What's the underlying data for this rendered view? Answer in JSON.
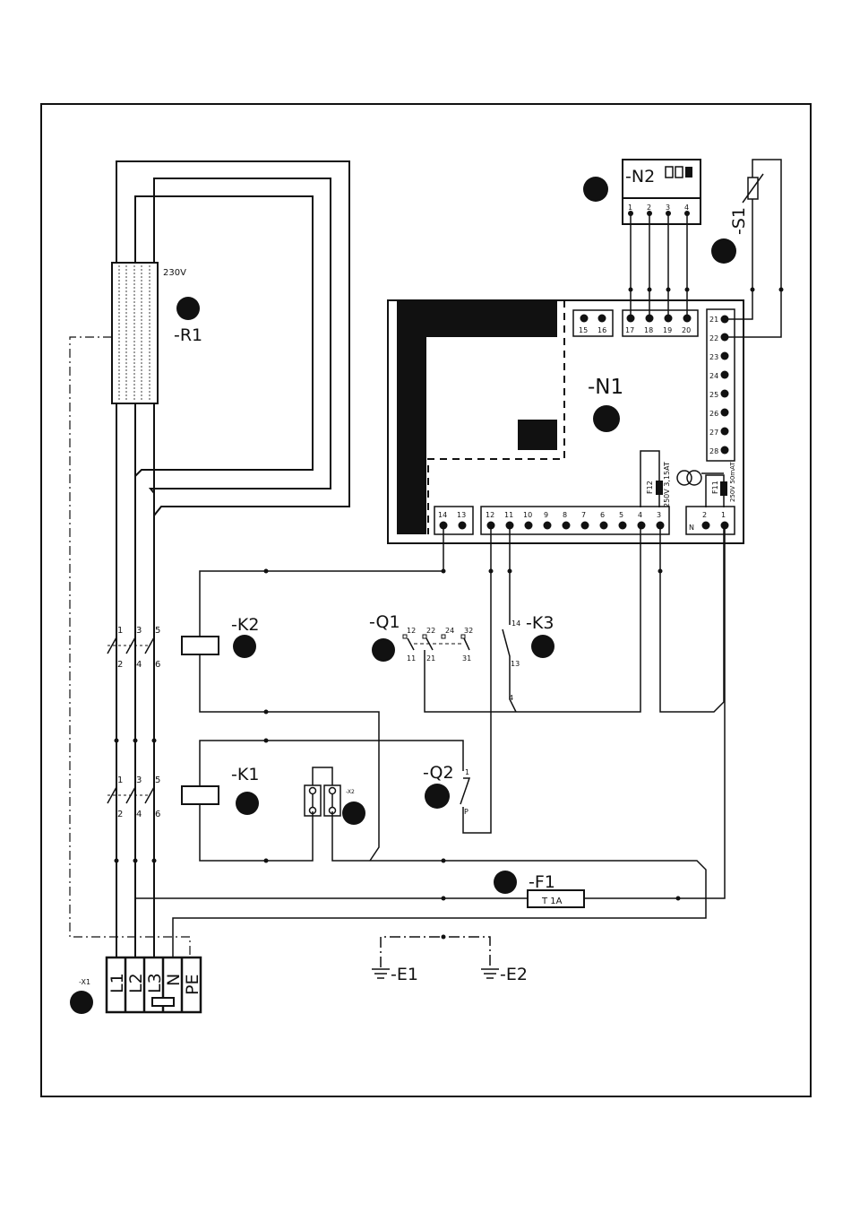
{
  "components": {
    "r1": {
      "label": "-R1",
      "rating": "230V"
    },
    "n1": {
      "label": "-N1"
    },
    "n2": {
      "label": "-N2",
      "terminals": [
        "1",
        "2",
        "3",
        "4"
      ]
    },
    "s1": {
      "label": "-S1"
    },
    "k1": {
      "label": "-K1"
    },
    "k2": {
      "label": "-K2"
    },
    "k3": {
      "label": "-K3"
    },
    "q1": {
      "label": "-Q1"
    },
    "q2": {
      "label": "-Q2"
    },
    "f1": {
      "label": "-F1",
      "rating": "T 1A"
    },
    "f11": {
      "label": "F11",
      "rating": "250V 50mAT"
    },
    "f12": {
      "label": "F12",
      "rating": "250V 3,15AT"
    },
    "e1": {
      "label": "-E1"
    },
    "e2": {
      "label": "-E2"
    },
    "x1": {
      "label": "-X1",
      "terminals": [
        "L1",
        "L2",
        "L3",
        "N",
        "PE"
      ]
    },
    "x2": {
      "label": "-X2"
    }
  },
  "n1_terminals": {
    "top": [
      "15",
      "16",
      "17",
      "18",
      "19",
      "20"
    ],
    "right": [
      "21",
      "22",
      "23",
      "24",
      "25",
      "26",
      "27",
      "28"
    ],
    "bottom_left": [
      "14",
      "13"
    ],
    "bottom_main": [
      "12",
      "11",
      "10",
      "9",
      "8",
      "7",
      "6",
      "5",
      "4",
      "3"
    ],
    "bottom_right": [
      "N",
      "2",
      "1"
    ]
  },
  "contact_numbers": {
    "pole_top": [
      "1",
      "3",
      "5"
    ],
    "pole_bottom": [
      "2",
      "4",
      "6"
    ],
    "q1_top": [
      "12",
      "22",
      "24",
      "32"
    ],
    "q1_bottom": [
      "11",
      "21",
      "31"
    ],
    "k3": [
      "14",
      "13",
      "4"
    ],
    "q2": [
      "1",
      "P"
    ]
  }
}
